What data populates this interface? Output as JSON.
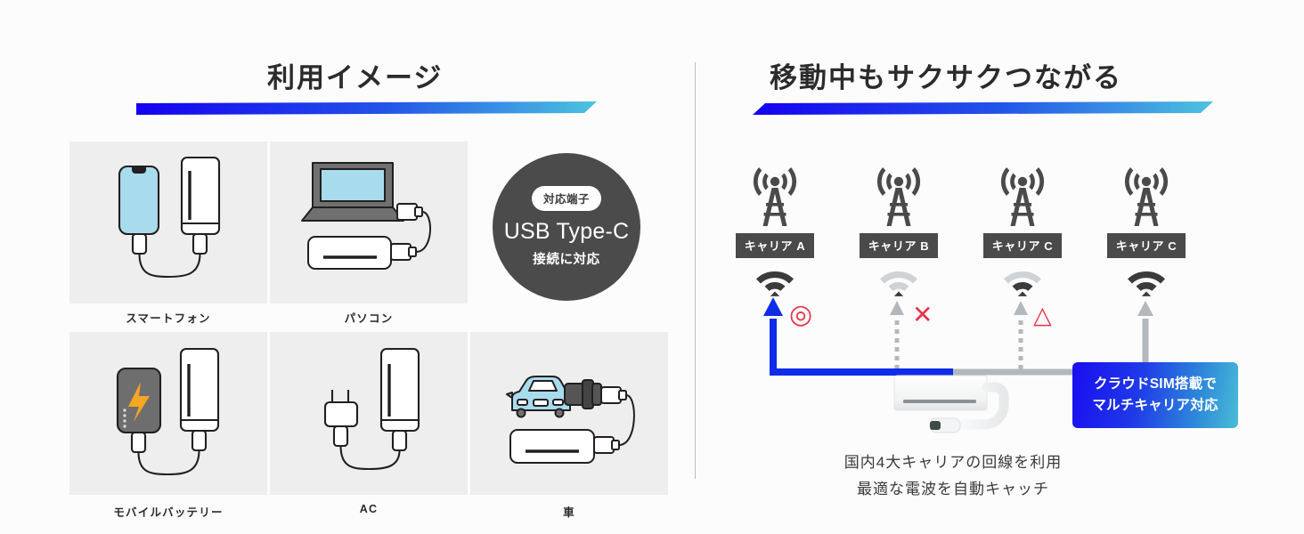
{
  "left": {
    "title": "利用イメージ",
    "grid": [
      {
        "label": "スマートフォン",
        "art": "smartphone-router"
      },
      {
        "label": "パソコン",
        "art": "laptop-router"
      },
      {
        "label": "モバイルバッテリー",
        "art": "powerbank-router"
      },
      {
        "label": "AC",
        "art": "ac-adapter-router"
      },
      {
        "label": "車",
        "art": "car-charger-router"
      }
    ],
    "usb": {
      "badge": "対応端子",
      "title": "USB Type-C",
      "subtitle": "接続に対応"
    }
  },
  "right": {
    "title": "移動中もサクサクつながる",
    "carriers": [
      {
        "label": "キャリア A",
        "signal": "strong",
        "status": "◎",
        "arrow": "selected"
      },
      {
        "label": "キャリア B",
        "signal": "weak",
        "status": "✕",
        "arrow": "dotted"
      },
      {
        "label": "キャリア C",
        "signal": "medium",
        "status": "△",
        "arrow": "dotted"
      },
      {
        "label": "キャリア C",
        "signal": "strong",
        "status": "",
        "arrow": "solid"
      }
    ],
    "badge": {
      "line1": "クラウドSIM搭載で",
      "line2": "マルチキャリア対応"
    },
    "caption": {
      "line1": "国内4大キャリアの回線を利用",
      "line2": "最適な電波を自動キャッチ"
    }
  },
  "colors": {
    "gradient_start": "#1400f0",
    "gradient_end": "#4dc3e0",
    "status_red": "#e8334a",
    "selected_blue": "#0f2ce8",
    "inactive_gray": "#b3b8bd",
    "panel_gray": "#eeeeee",
    "tag_dark": "#4a4a4a",
    "circle_dark": "#4b4b4b",
    "accent_orange": "#f5a623",
    "screen_blue": "#a8dced"
  }
}
